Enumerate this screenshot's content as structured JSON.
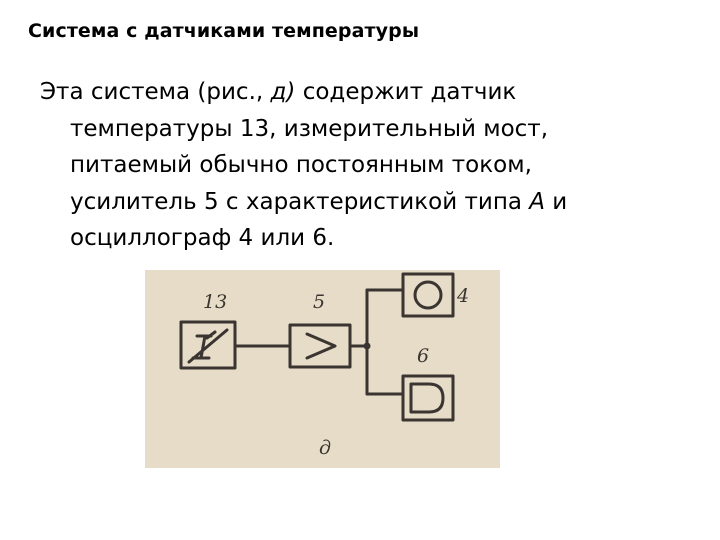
{
  "slide": {
    "title": "Система с датчиками температуры"
  },
  "body": {
    "line1": "Эта система (рис., ",
    "line1_italic": "д)",
    "line1_rest": " содержит датчик",
    "line2": "температуры 13, измерительный мост,",
    "line3": "питаемый обычно постоянным током,",
    "line4_before": "усилитель 5 с характеристикой типа ",
    "line4_italic": "А",
    "line4_after": " и",
    "line5": "осциллограф 4 или 6."
  },
  "figure": {
    "labels": {
      "sensor": "13",
      "amplifier": "5",
      "scope_top": "4",
      "scope_bottom": "6",
      "caption": "д"
    },
    "colors": {
      "background": "#e6dcc8",
      "ink": "#3a3530"
    }
  }
}
